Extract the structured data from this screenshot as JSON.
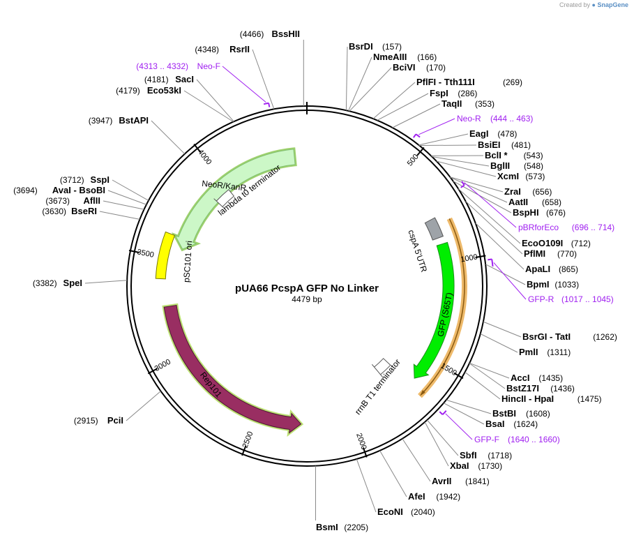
{
  "credit": {
    "prefix": "Created by",
    "brand": "SnapGene"
  },
  "plasmid": {
    "name": "pUA66 PcspA GFP No Linker",
    "length_label": "4479 bp",
    "length": 4479
  },
  "ticks": [
    {
      "pos": 500,
      "label": "500"
    },
    {
      "pos": 1000,
      "label": "1000"
    },
    {
      "pos": 1500,
      "label": "1500"
    },
    {
      "pos": 2000,
      "label": "2000"
    },
    {
      "pos": 2500,
      "label": "2500"
    },
    {
      "pos": 3000,
      "label": "3000"
    },
    {
      "pos": 3500,
      "label": "3500"
    },
    {
      "pos": 4000,
      "label": "4000"
    }
  ],
  "sites": [
    {
      "id": "bsshii",
      "name": "BssHII",
      "pos": "(4466)",
      "side": "left",
      "site": 4466
    },
    {
      "id": "rsrii",
      "name": "RsrII",
      "pos": "(4348)",
      "side": "left",
      "site": 4348
    },
    {
      "id": "saci",
      "name": "SacI",
      "pos": "(4181)",
      "side": "left",
      "site": 4181
    },
    {
      "id": "eco53ki",
      "name": "Eco53kI",
      "pos": "(4179)",
      "side": "left",
      "site": 4179
    },
    {
      "id": "bstapi",
      "name": "BstAPI",
      "pos": "(3947)",
      "side": "left",
      "site": 3947
    },
    {
      "id": "sspi",
      "name": "SspI",
      "pos": "(3712)",
      "side": "left",
      "site": 3712
    },
    {
      "id": "avai",
      "name": "AvaI - BsoBI",
      "pos": "(3694)",
      "side": "left",
      "site": 3694
    },
    {
      "id": "aflii",
      "name": "AflII",
      "pos": "(3673)",
      "side": "left",
      "site": 3673
    },
    {
      "id": "bseri",
      "name": "BseRI",
      "pos": "(3630)",
      "side": "left",
      "site": 3630
    },
    {
      "id": "spei",
      "name": "SpeI",
      "pos": "(3382)",
      "side": "left",
      "site": 3382
    },
    {
      "id": "pcii",
      "name": "PciI",
      "pos": "(2915)",
      "side": "left",
      "site": 2915
    },
    {
      "id": "bsrdi",
      "name": "BsrDI",
      "pos": "(157)",
      "side": "right",
      "site": 157
    },
    {
      "id": "nmeaiii",
      "name": "NmeAIII",
      "pos": "(166)",
      "side": "right",
      "site": 166
    },
    {
      "id": "bcivi",
      "name": "BciVI",
      "pos": "(170)",
      "side": "right",
      "site": 170
    },
    {
      "id": "pflfi",
      "name": "PflFI - Tth111I",
      "pos": "(269)",
      "side": "right",
      "site": 269
    },
    {
      "id": "fspi",
      "name": "FspI",
      "pos": "(286)",
      "side": "right",
      "site": 286
    },
    {
      "id": "taqii",
      "name": "TaqII",
      "pos": "(353)",
      "side": "right",
      "site": 353
    },
    {
      "id": "eagi",
      "name": "EagI",
      "pos": "(478)",
      "side": "right",
      "site": 478
    },
    {
      "id": "bsiei",
      "name": "BsiEI",
      "pos": "(481)",
      "side": "right",
      "site": 481
    },
    {
      "id": "bcli",
      "name": "BclI *",
      "pos": "(543)",
      "side": "right",
      "site": 543
    },
    {
      "id": "bglii",
      "name": "BglII",
      "pos": "(548)",
      "side": "right",
      "site": 548
    },
    {
      "id": "xcmi",
      "name": "XcmI",
      "pos": "(573)",
      "side": "right",
      "site": 573
    },
    {
      "id": "zrai",
      "name": "ZraI",
      "pos": "(656)",
      "side": "right",
      "site": 656
    },
    {
      "id": "aatii",
      "name": "AatII",
      "pos": "(658)",
      "side": "right",
      "site": 658
    },
    {
      "id": "bsphi",
      "name": "BspHI",
      "pos": "(676)",
      "side": "right",
      "site": 676
    },
    {
      "id": "eco0109i",
      "name": "EcoO109I",
      "pos": "(712)",
      "side": "right",
      "site": 712
    },
    {
      "id": "pflmi",
      "name": "PflMI",
      "pos": "(770)",
      "side": "right",
      "site": 770
    },
    {
      "id": "apali",
      "name": "ApaLI",
      "pos": "(865)",
      "side": "right",
      "site": 865
    },
    {
      "id": "bpmi",
      "name": "BpmI",
      "pos": "(1033)",
      "side": "right",
      "site": 1033
    },
    {
      "id": "bsrgi",
      "name": "BsrGI - TatI",
      "pos": "(1262)",
      "side": "right",
      "site": 1262
    },
    {
      "id": "pmli",
      "name": "PmlI",
      "pos": "(1311)",
      "side": "right",
      "site": 1311
    },
    {
      "id": "acci",
      "name": "AccI",
      "pos": "(1435)",
      "side": "right",
      "site": 1435
    },
    {
      "id": "bstz17i",
      "name": "BstZ17I",
      "pos": "(1436)",
      "side": "right",
      "site": 1436
    },
    {
      "id": "hincii",
      "name": "HincII - HpaI",
      "pos": "(1475)",
      "side": "right",
      "site": 1475
    },
    {
      "id": "bstbi",
      "name": "BstBI",
      "pos": "(1608)",
      "side": "right",
      "site": 1608
    },
    {
      "id": "bsai",
      "name": "BsaI",
      "pos": "(1624)",
      "side": "right",
      "site": 1624
    },
    {
      "id": "sbfi",
      "name": "SbfI",
      "pos": "(1718)",
      "side": "right",
      "site": 1718
    },
    {
      "id": "xbai",
      "name": "XbaI",
      "pos": "(1730)",
      "side": "right",
      "site": 1730
    },
    {
      "id": "avrii",
      "name": "AvrII",
      "pos": "(1841)",
      "side": "right",
      "site": 1841
    },
    {
      "id": "afei",
      "name": "AfeI",
      "pos": "(1942)",
      "side": "right",
      "site": 1942
    },
    {
      "id": "econi",
      "name": "EcoNI",
      "pos": "(2040)",
      "side": "right",
      "site": 2040
    },
    {
      "id": "bsmi",
      "name": "BsmI",
      "pos": "(2205)",
      "side": "right",
      "site": 2205
    }
  ],
  "primers": [
    {
      "id": "neo-f",
      "name": "Neo-F",
      "range": "(4313 .. 4332)",
      "side": "left",
      "start": 4313,
      "end": 4332,
      "strand": "fwd"
    },
    {
      "id": "neo-r",
      "name": "Neo-R",
      "range": "(444 .. 463)",
      "side": "right",
      "start": 444,
      "end": 463,
      "strand": "rev"
    },
    {
      "id": "pbrforeco",
      "name": "pBRforEco",
      "range": "(696 .. 714)",
      "side": "right",
      "start": 696,
      "end": 714,
      "strand": "fwd"
    },
    {
      "id": "gfp-r",
      "name": "GFP-R",
      "range": "(1017 .. 1045)",
      "side": "right",
      "start": 1017,
      "end": 1045,
      "strand": "rev"
    },
    {
      "id": "gfp-f",
      "name": "GFP-F",
      "range": "(1640 .. 1660)",
      "side": "right",
      "start": 1640,
      "end": 1660,
      "strand": "fwd"
    }
  ],
  "features": [
    {
      "id": "neokanr",
      "name": "NeoR/KanR",
      "start": 3565,
      "end": 4410,
      "strand": "rev",
      "color": "#ccf7c7",
      "border": "#7fbf70",
      "type": "cds",
      "label_inside": true,
      "text_color": "#000000",
      "highlight": "#6ab81e"
    },
    {
      "id": "lambda-t0",
      "name": "lambda t0 terminator",
      "start": 3897,
      "end": 3993,
      "strand": "rev",
      "color": "#ffffff",
      "border": "#555555",
      "type": "terminator",
      "label_inside": false
    },
    {
      "id": "cspa",
      "name": "cspA 5'UTR",
      "start": 770,
      "end": 870,
      "strand": "none",
      "color": "#9ea3a8",
      "border": "#555555",
      "type": "utr",
      "label_inside": false
    },
    {
      "id": "gfp",
      "name": "GFP (S65T)",
      "start": 905,
      "end": 1625,
      "strand": "fwd",
      "color": "#00ee00",
      "border": "#1a8f1a",
      "type": "cds",
      "label_inside": true,
      "text_color": "#000000"
    },
    {
      "id": "rrnb",
      "name": "rrnB T1 terminator",
      "start": 1660,
      "end": 1745,
      "strand": "fwd",
      "color": "#ffffff",
      "border": "#555555",
      "type": "terminator",
      "label_inside": false
    },
    {
      "id": "psc101",
      "name": "pSC101 ori",
      "start": 3395,
      "end": 3620,
      "strand": "none",
      "color": "#ffff00",
      "border": "#777700",
      "type": "ori",
      "label_inside": false
    },
    {
      "id": "rep101",
      "name": "Rep101",
      "start": 2270,
      "end": 3255,
      "strand": "rev",
      "color": "#992e62",
      "border": "#4d1732",
      "type": "cds",
      "label_inside": true,
      "text_color": "#ffffff",
      "highlight": "#9ad12b"
    }
  ],
  "gfp_highlight": {
    "start": 805,
    "end": 1670,
    "color": "#e8a33a"
  }
}
